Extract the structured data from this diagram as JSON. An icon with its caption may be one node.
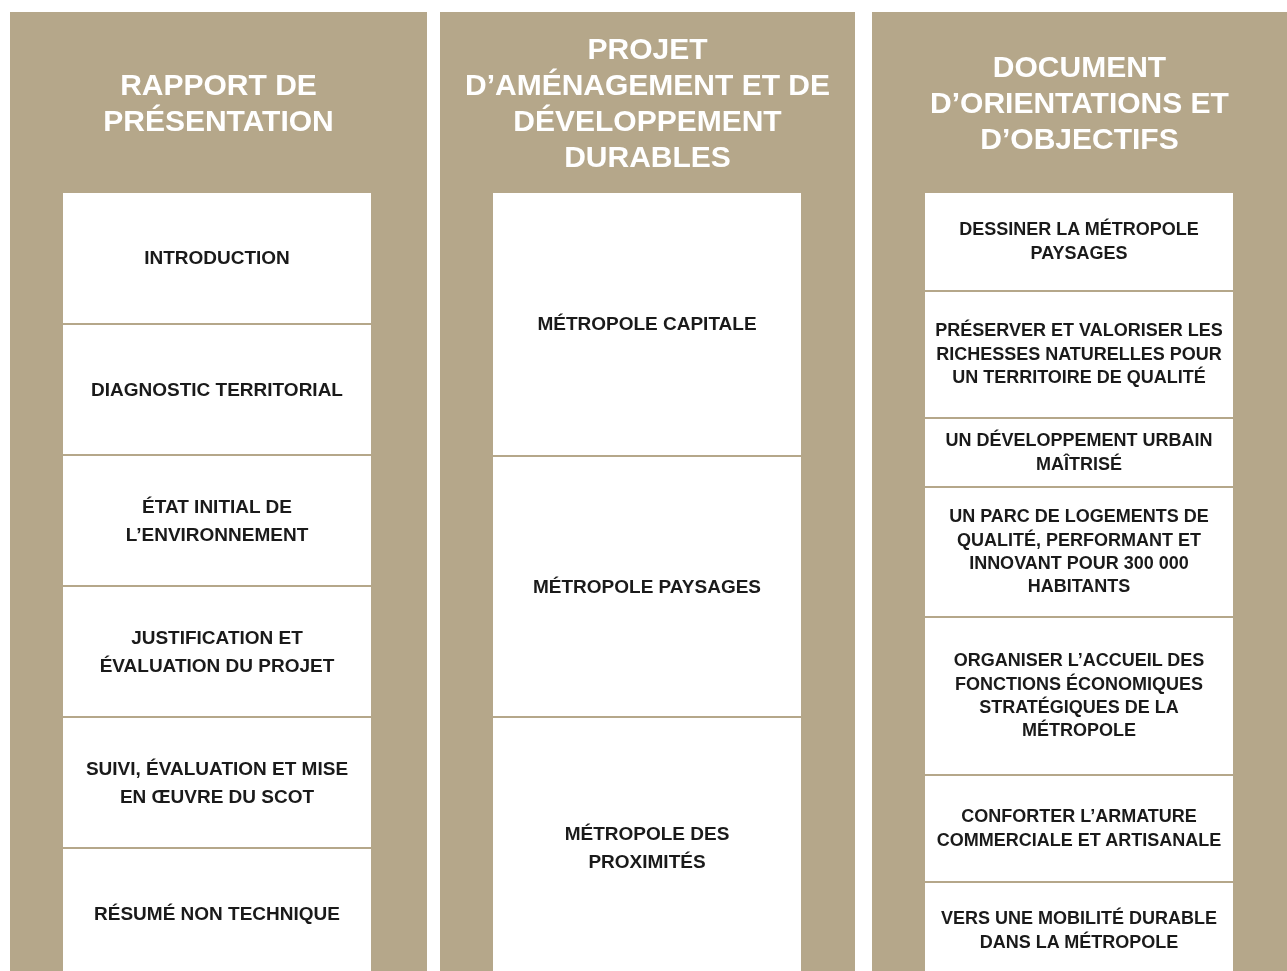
{
  "diagram": {
    "nodes": [
      {
        "text": [
          "RAPPORT DE PRÉSENTATION"
        ]
      },
      {
        "text": [
          "INTRODUCTION"
        ],
        "in": 0
      },
      {
        "text": [
          "DIAGNOSTIC TERRITORIAL"
        ],
        "in": 0
      },
      {
        "text": [
          "ÉTAT INITIAL DE L’ENVIRONNEMENT"
        ],
        "in": 0
      },
      {
        "text": [
          "JUSTIFICATION ET ÉVALUATION DU PROJET"
        ],
        "in": 0
      },
      {
        "text": [
          "SUIVI, ÉVALUATION ET MISE EN ŒUVRE DU SCOT"
        ],
        "in": 0
      },
      {
        "text": [
          "RÉSUMÉ NON TECHNIQUE"
        ],
        "in": 0
      },
      {
        "text": [
          "PROJET D’AMÉNAGEMENT ET DE DÉVELOPPEMENT DURABLES"
        ]
      },
      {
        "text": [
          "MÉTROPOLE CAPITALE"
        ],
        "in": 7
      },
      {
        "text": [
          "MÉTROPOLE PAYSAGES"
        ],
        "in": 7
      },
      {
        "text": [
          "MÉTROPOLE DES PROXIMITÉS"
        ],
        "in": 7
      },
      {
        "text": [
          "DOCUMENT D’ORIENTATIONS ET D’OBJECTIFS"
        ]
      },
      {
        "text": [
          "DESSINER LA MÉTROPOLE PAYSAGES"
        ],
        "in": 11
      },
      {
        "text": [
          "PRÉSERVER ET VALORISER LES RICHESSES NATURELLES POUR UN TERRITOIRE DE QUALITÉ"
        ],
        "in": 11
      },
      {
        "text": [
          "UN DÉVELOPPEMENT URBAIN MAÎTRISÉ"
        ],
        "in": 11
      },
      {
        "text": [
          "UN PARC DE LOGEMENTS DE QUALITÉ, PERFORMANT ET INNOVANT POUR 300 000 HABITANTS"
        ],
        "in": 11
      },
      {
        "text": [
          "ORGANISER L’ACCUEIL DES FONCTIONS ÉCONOMIQUES STRATÉGIQUES DE LA MÉTROPOLE"
        ],
        "in": 11
      },
      {
        "text": [
          "CONFORTER L’ARMATURE COMMERCIALE ET ARTISANALE"
        ],
        "in": 11
      },
      {
        "text": [
          "VERS UNE MOBILITÉ DURABLE DANS LA MÉTROPOLE"
        ],
        "in": 11
      }
    ]
  }
}
